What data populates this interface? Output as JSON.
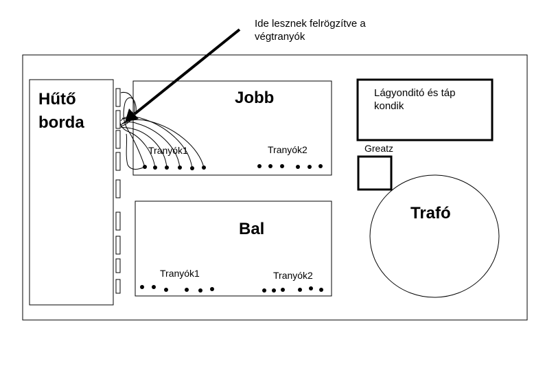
{
  "annotation": {
    "line1": "Ide lesznek felrögzítve a",
    "line2": "végtranyók"
  },
  "heatsink": {
    "line1": "Hűtő",
    "line2": "borda"
  },
  "board_right": {
    "title": "Jobb",
    "group1": "Tranyók1",
    "group2": "Tranyók2"
  },
  "board_left": {
    "title": "Bal",
    "group1": "Tranyók1",
    "group2": "Tranyók2"
  },
  "filter_box": {
    "line1": "Lágyonditó és táp",
    "line2": "kondik"
  },
  "rectifier": {
    "label": "Greatz"
  },
  "transformer": {
    "label": "Trafó"
  }
}
